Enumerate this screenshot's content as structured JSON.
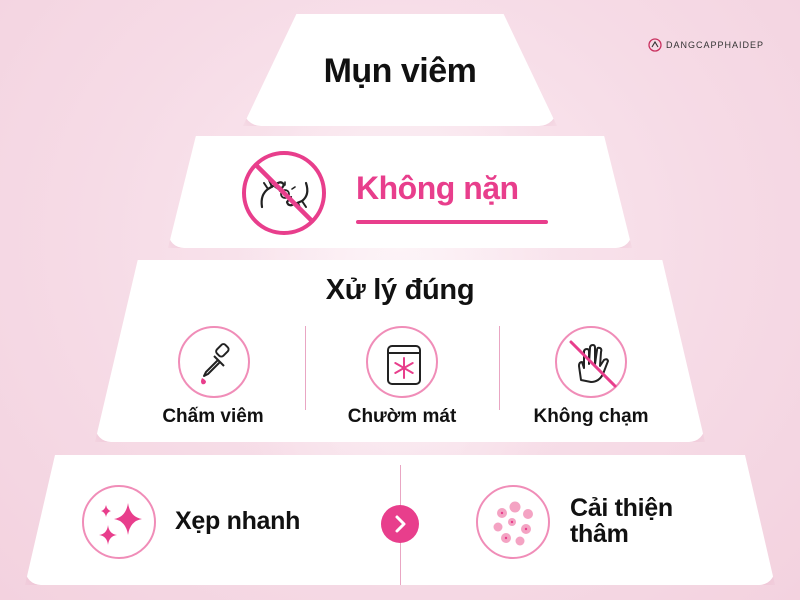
{
  "brand": {
    "name": "DANGCAPPHAIDEP"
  },
  "tiers": {
    "top": {
      "title": "Mụn viêm"
    },
    "second": {
      "title": "Không nặn",
      "icon": "no-squeeze-icon"
    },
    "third": {
      "title": "Xử lý đúng",
      "items": [
        {
          "label": "Chấm viêm",
          "icon": "dropper-icon"
        },
        {
          "label": "Chườm mát",
          "icon": "ice-pack-icon"
        },
        {
          "label": "Không chạm",
          "icon": "no-touch-icon"
        }
      ]
    },
    "bottom": {
      "left": {
        "label": "Xẹp nhanh",
        "icon": "sparkle-icon"
      },
      "right": {
        "label_line1": "Cải thiện",
        "label_line2": "thâm",
        "icon": "skin-spots-icon"
      },
      "arrow_icon": "chevron-right-icon"
    }
  },
  "colors": {
    "accent": "#e83e8c",
    "accent_light": "#f08db8",
    "background": "#f6dbe6"
  }
}
